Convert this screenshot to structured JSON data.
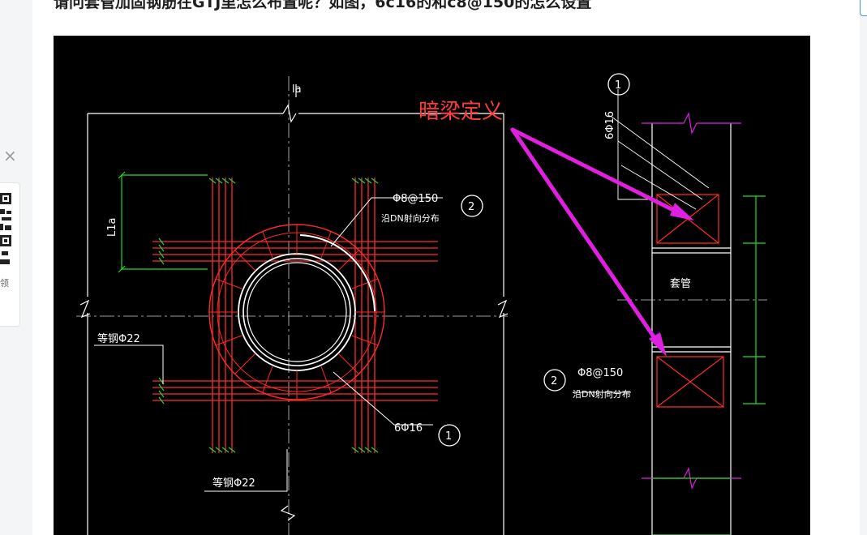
{
  "question": {
    "title": "请问套管加固钢筋在GTJ里怎么布置呢？如图，6c16的和c8@150的怎么设置"
  },
  "side_widget": {
    "label": "领",
    "close_symbol": "×",
    "qr_icon": "qr-code-icon"
  },
  "drawing": {
    "annotation": "暗梁定义",
    "annotation_color": "#ff3b3b",
    "arrow_color": "#e020e0",
    "labels": {
      "la_top": "la",
      "l1a": "L1a",
      "bar_spec": "Φ8@150",
      "bar_dist": "沿DN射向分布",
      "circle_2": "2",
      "equal_left": "等钢Φ22",
      "equal_bottom": "等钢Φ22",
      "six_bar": "6Φ16",
      "circle_1": "1",
      "circle_1_right": "1",
      "vert_bar": "6Φ16",
      "sleeve": "套管",
      "right_spec": "Φ8@150",
      "right_dist": "沿DN射向分布",
      "circle_2_right": "2"
    }
  }
}
